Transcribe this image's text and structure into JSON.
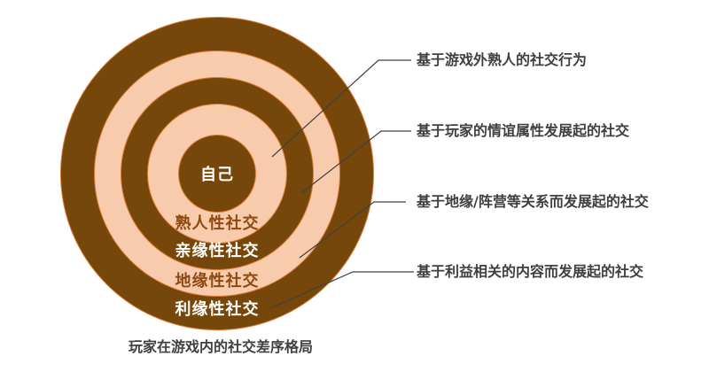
{
  "diagram": {
    "center": {
      "label": "自己"
    },
    "rings": [
      {
        "label": "熟人性社交",
        "fill": "#f8cbad",
        "text_color": "#8c4a10"
      },
      {
        "label": "亲缘性社交",
        "fill": "#76470b",
        "text_color": "#ffffff"
      },
      {
        "label": "地缘性社交",
        "fill": "#f8cbad",
        "text_color": "#8c4a10"
      },
      {
        "label": "利缘性社交",
        "fill": "#76470b",
        "text_color": "#ffffff"
      }
    ],
    "callouts": [
      {
        "text": "基于游戏外熟人的社交行为"
      },
      {
        "text": "基于玩家的情谊属性发展起的社交"
      },
      {
        "text": "基于地缘/阵营等关系而发展起的社交"
      },
      {
        "text": "基于利益相关的内容而发展起的社交"
      }
    ],
    "caption": "玩家在游戏内的社交差序格局",
    "colors": {
      "ring_brown": "#76470b",
      "ring_peach": "#f8cbad",
      "ring_outline": "#dd7a33",
      "annotation_text": "#3f3f3f",
      "leader_line": "#404040"
    }
  }
}
